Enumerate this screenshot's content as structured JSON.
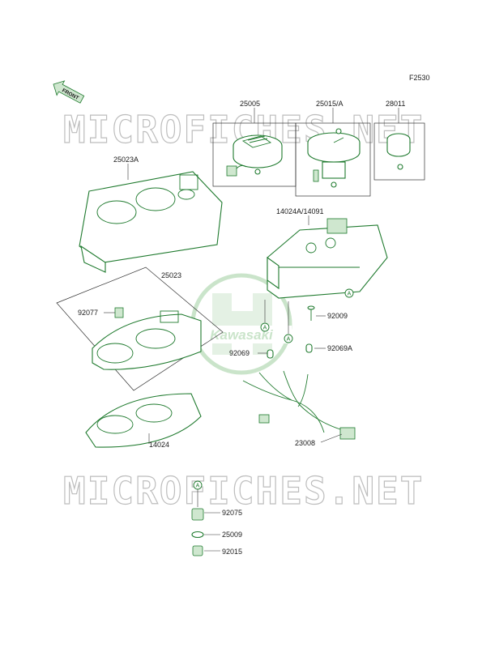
{
  "figure_code": "F2530",
  "front_label": "FRONT",
  "watermarks": [
    "MICROFICHES.NET",
    "MICROFICHES.NET"
  ],
  "logo_text": "Kawasaki",
  "ref_marker": "A",
  "parts": [
    {
      "id": "p25005",
      "label": "25005"
    },
    {
      "id": "p25015",
      "label": "25015/A"
    },
    {
      "id": "p28011",
      "label": "28011"
    },
    {
      "id": "p25023A",
      "label": "25023A"
    },
    {
      "id": "p14024A",
      "label": "14024A/14091"
    },
    {
      "id": "p25023",
      "label": "25023"
    },
    {
      "id": "p92077",
      "label": "92077"
    },
    {
      "id": "p92009",
      "label": "92009"
    },
    {
      "id": "p92069",
      "label": "92069"
    },
    {
      "id": "p92069A",
      "label": "92069A"
    },
    {
      "id": "p14024",
      "label": "14024"
    },
    {
      "id": "p23008",
      "label": "23008"
    },
    {
      "id": "p92075",
      "label": "92075"
    },
    {
      "id": "p25009",
      "label": "25009"
    },
    {
      "id": "p92015",
      "label": "92015"
    }
  ],
  "colors": {
    "part_stroke": "#1f7a2e",
    "part_fill": "#cfe7cf",
    "watermark": "#bdbdbd"
  }
}
